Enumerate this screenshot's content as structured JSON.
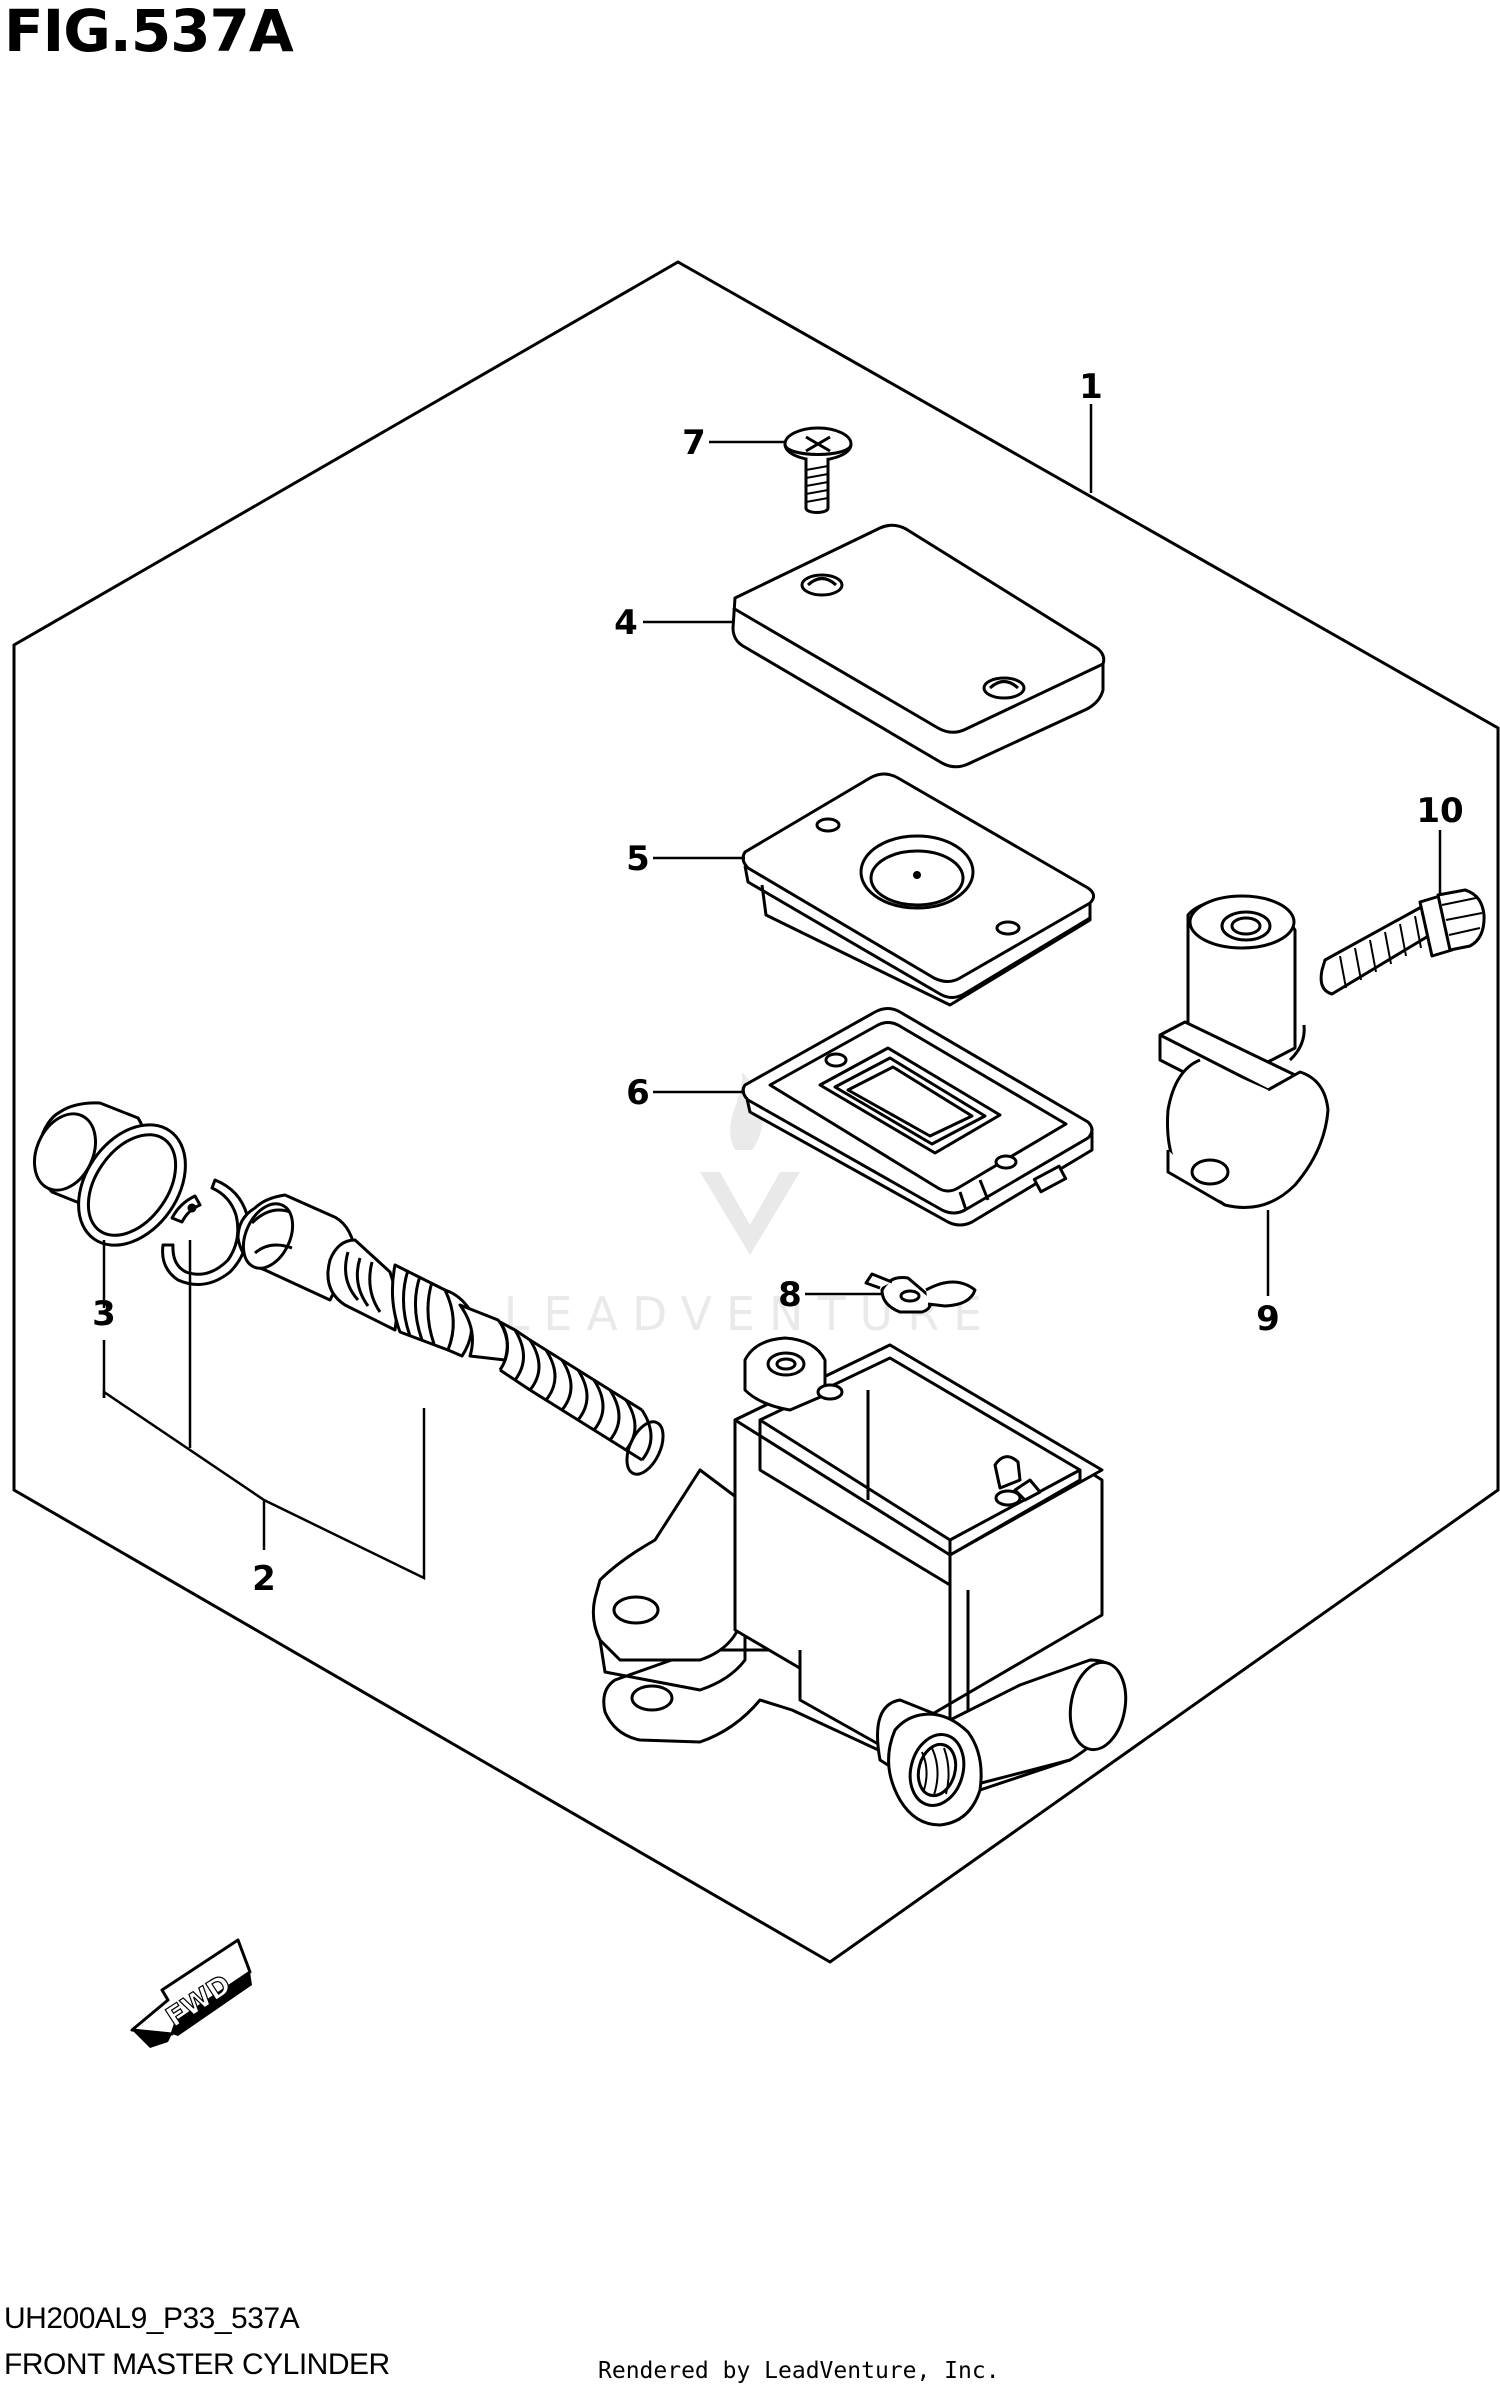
{
  "figure": {
    "title": "FIG.537A",
    "code": "UH200AL9_P33_537A",
    "caption": "FRONT MASTER CYLINDER",
    "rendered_by": "Rendered by LeadVenture, Inc.",
    "watermark": "LEADVENTURE",
    "fwd_label": "FWD"
  },
  "callouts": [
    {
      "id": "1",
      "label": "1",
      "part": "master cylinder assembly"
    },
    {
      "id": "2",
      "label": "2",
      "part": "piston set"
    },
    {
      "id": "3",
      "label": "3",
      "part": "boot"
    },
    {
      "id": "4",
      "label": "4",
      "part": "reservoir cap"
    },
    {
      "id": "5",
      "label": "5",
      "part": "diaphragm plate"
    },
    {
      "id": "6",
      "label": "6",
      "part": "diaphragm"
    },
    {
      "id": "7",
      "label": "7",
      "part": "screw"
    },
    {
      "id": "8",
      "label": "8",
      "part": "indicator float"
    },
    {
      "id": "9",
      "label": "9",
      "part": "holder"
    },
    {
      "id": "10",
      "label": "10",
      "part": "bolt"
    }
  ]
}
